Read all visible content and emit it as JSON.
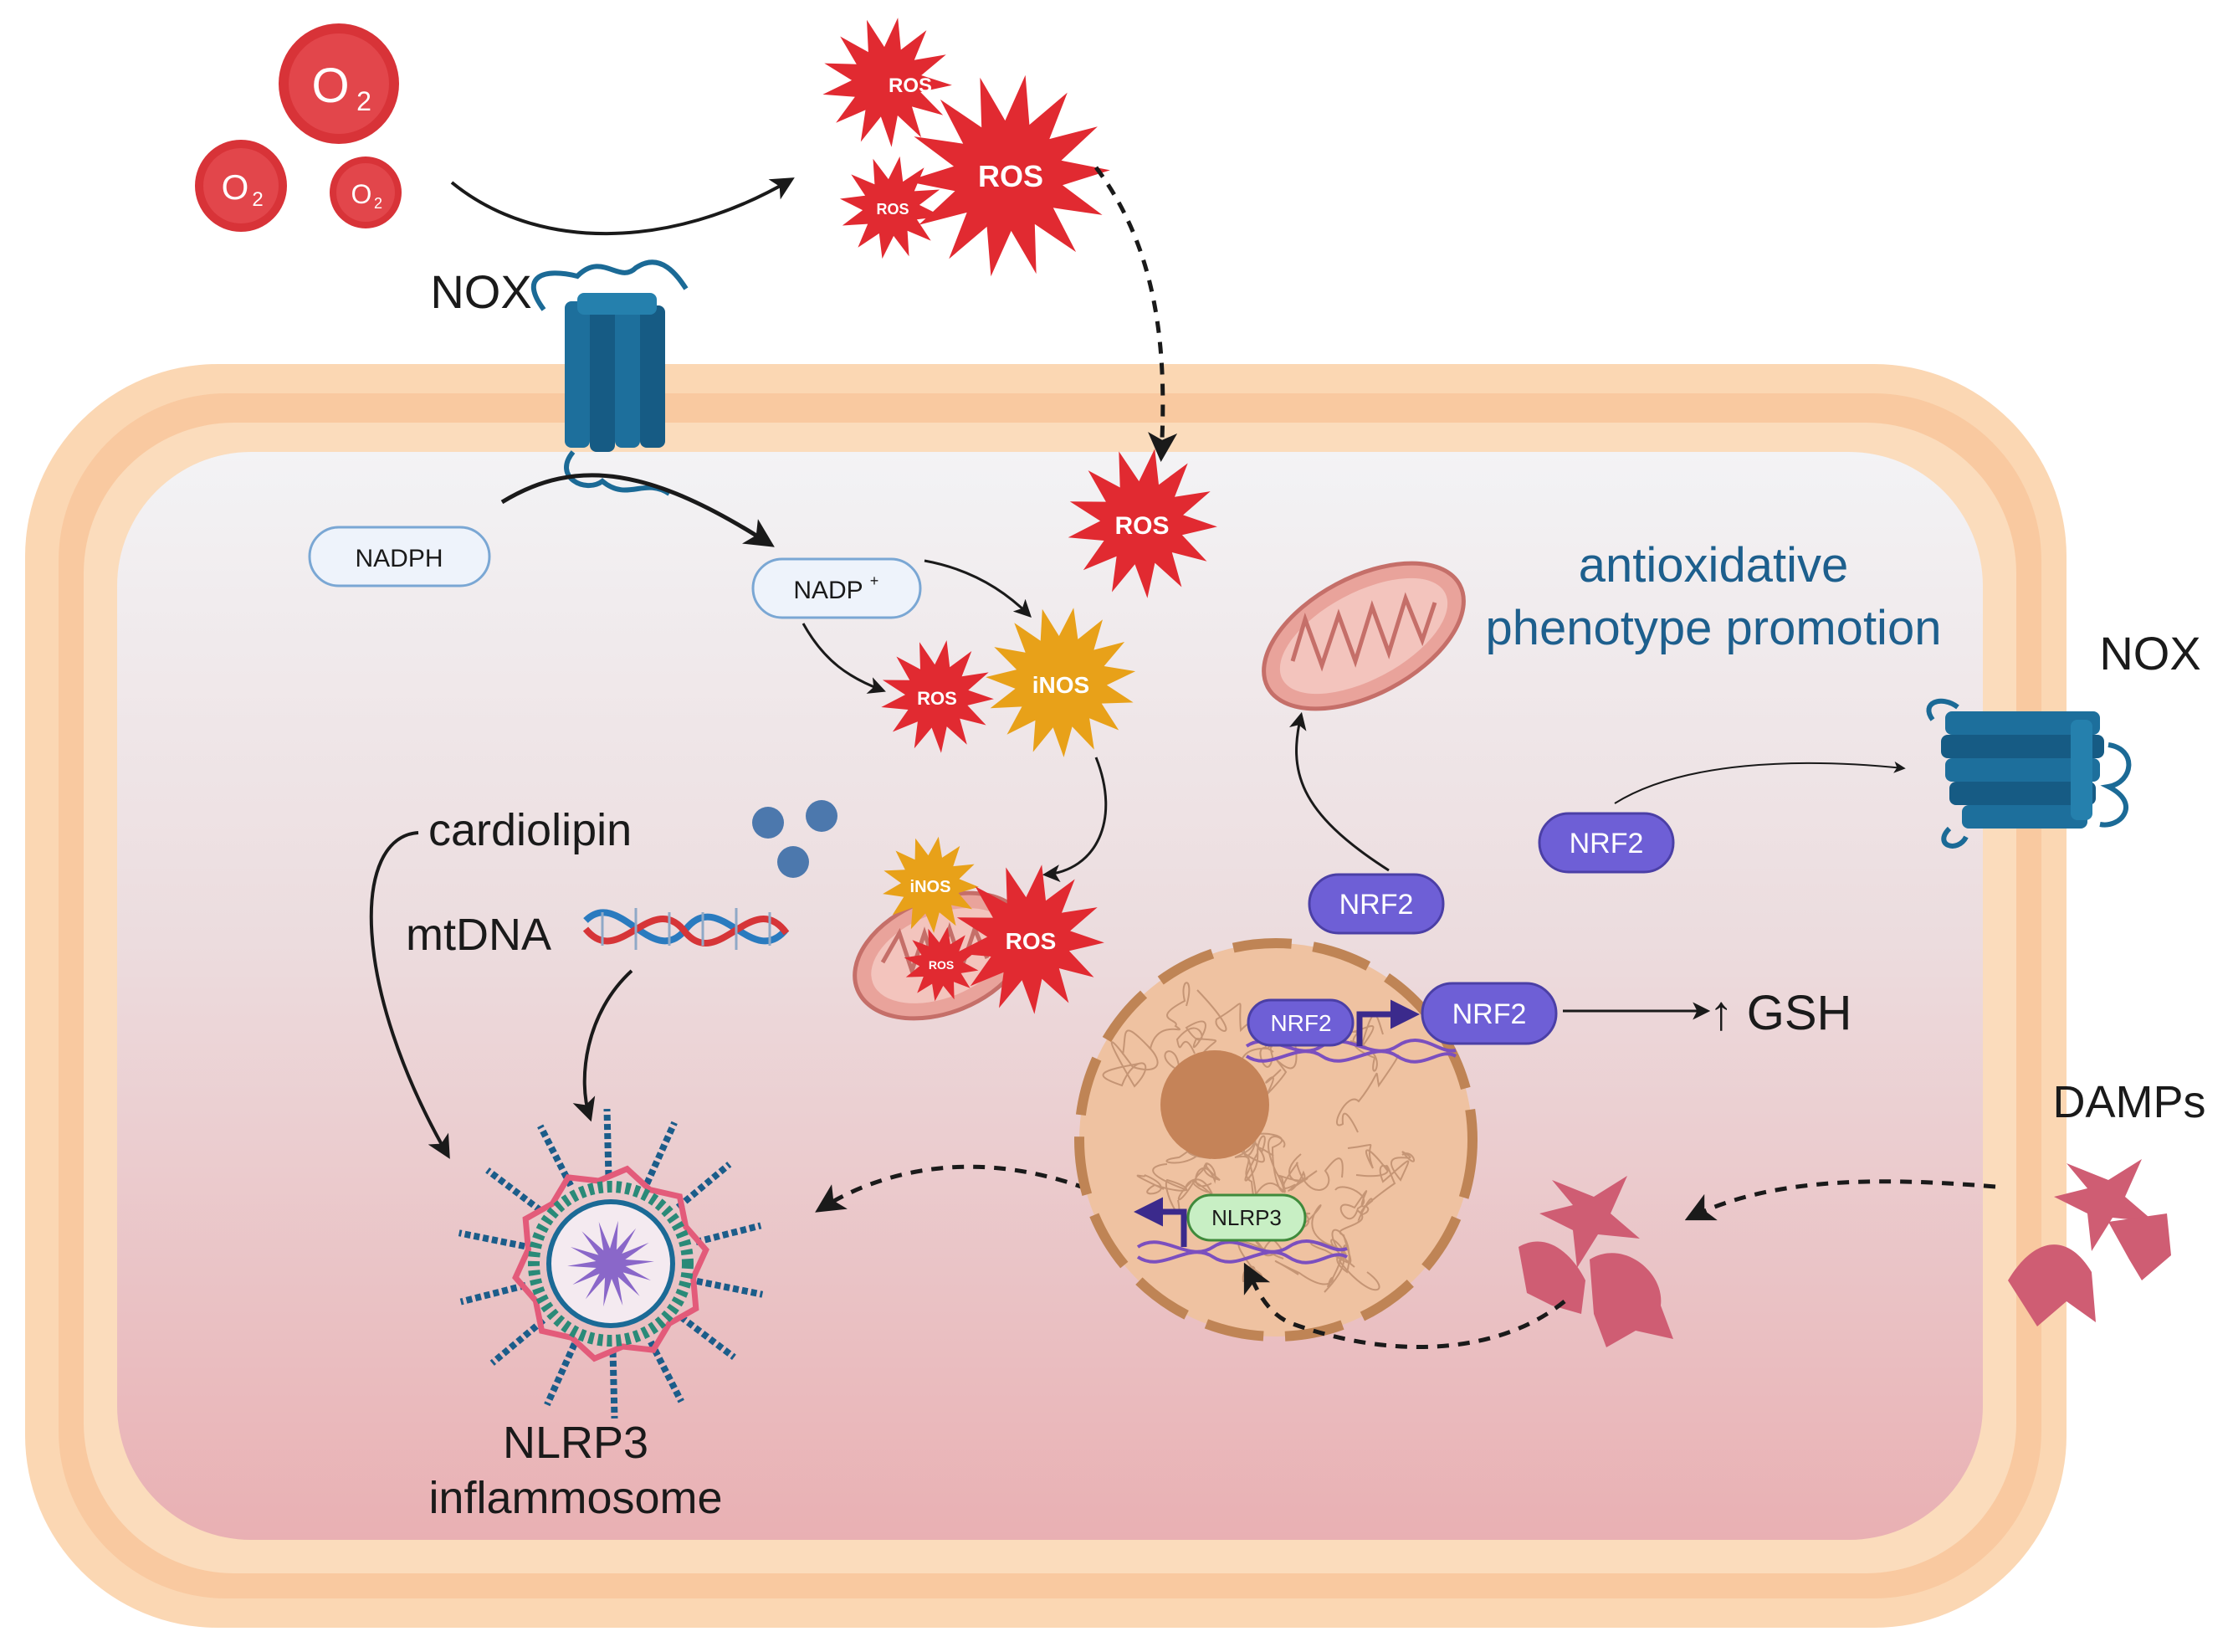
{
  "labels": {
    "nox_top": "NOX",
    "nox_right": "NOX",
    "nadph": "NADPH",
    "nadp": "NADP",
    "nadp_sup": "+",
    "cardiolipin": "cardiolipin",
    "mtdna": "mtDNA",
    "antioxidative_line1": "antioxidative",
    "antioxidative_line2": "phenotype promotion",
    "gsh": "↑ GSH",
    "damps": "DAMPs",
    "nlrp3_line1": "NLRP3",
    "nlrp3_line2": "inflammosome",
    "nlrp3_gene": "NLRP3",
    "nrf2_a": "NRF2",
    "nrf2_b": "NRF2",
    "nrf2_c": "NRF2",
    "nrf2_d": "NRF2",
    "o2": "O",
    "o2_sub": "2",
    "ros": "ROS",
    "inos": "iNOS"
  },
  "colors": {
    "membrane": "#f9cfa6",
    "cytoplasm_top": "#f1f1f3",
    "cytoplasm_bottom": "#eab4b6",
    "nox": "#1b6a96",
    "ros": "#e12a31",
    "o2": "#d63035",
    "inos": "#e8a119",
    "nrf2": "#6e5fd6",
    "antioxidative_text": "#1d5f8d",
    "nucleus": "#efc2a1",
    "damps": "#cf5d73"
  }
}
